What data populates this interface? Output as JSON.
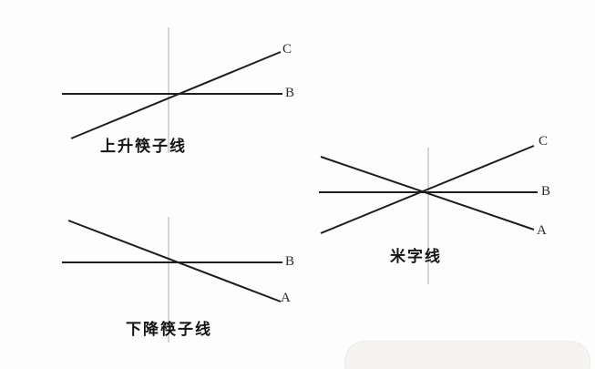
{
  "figure": {
    "title": "chopstick-line-patterns",
    "background_color": "#fdfdfd"
  },
  "colors": {
    "trend_line": "#1e1e1e",
    "axis_line": "#c9c9c9",
    "label_text": "#2b2b2b",
    "caption_text": "#141414"
  },
  "diagrams": {
    "rising": {
      "caption": "上升筷子线",
      "labels": {
        "c": "C",
        "b": "B"
      }
    },
    "falling": {
      "caption": "下降筷子线",
      "labels": {
        "b": "B",
        "a": "A"
      }
    },
    "star": {
      "caption": "米字线",
      "labels": {
        "c": "C",
        "b": "B",
        "a": "A"
      }
    }
  }
}
